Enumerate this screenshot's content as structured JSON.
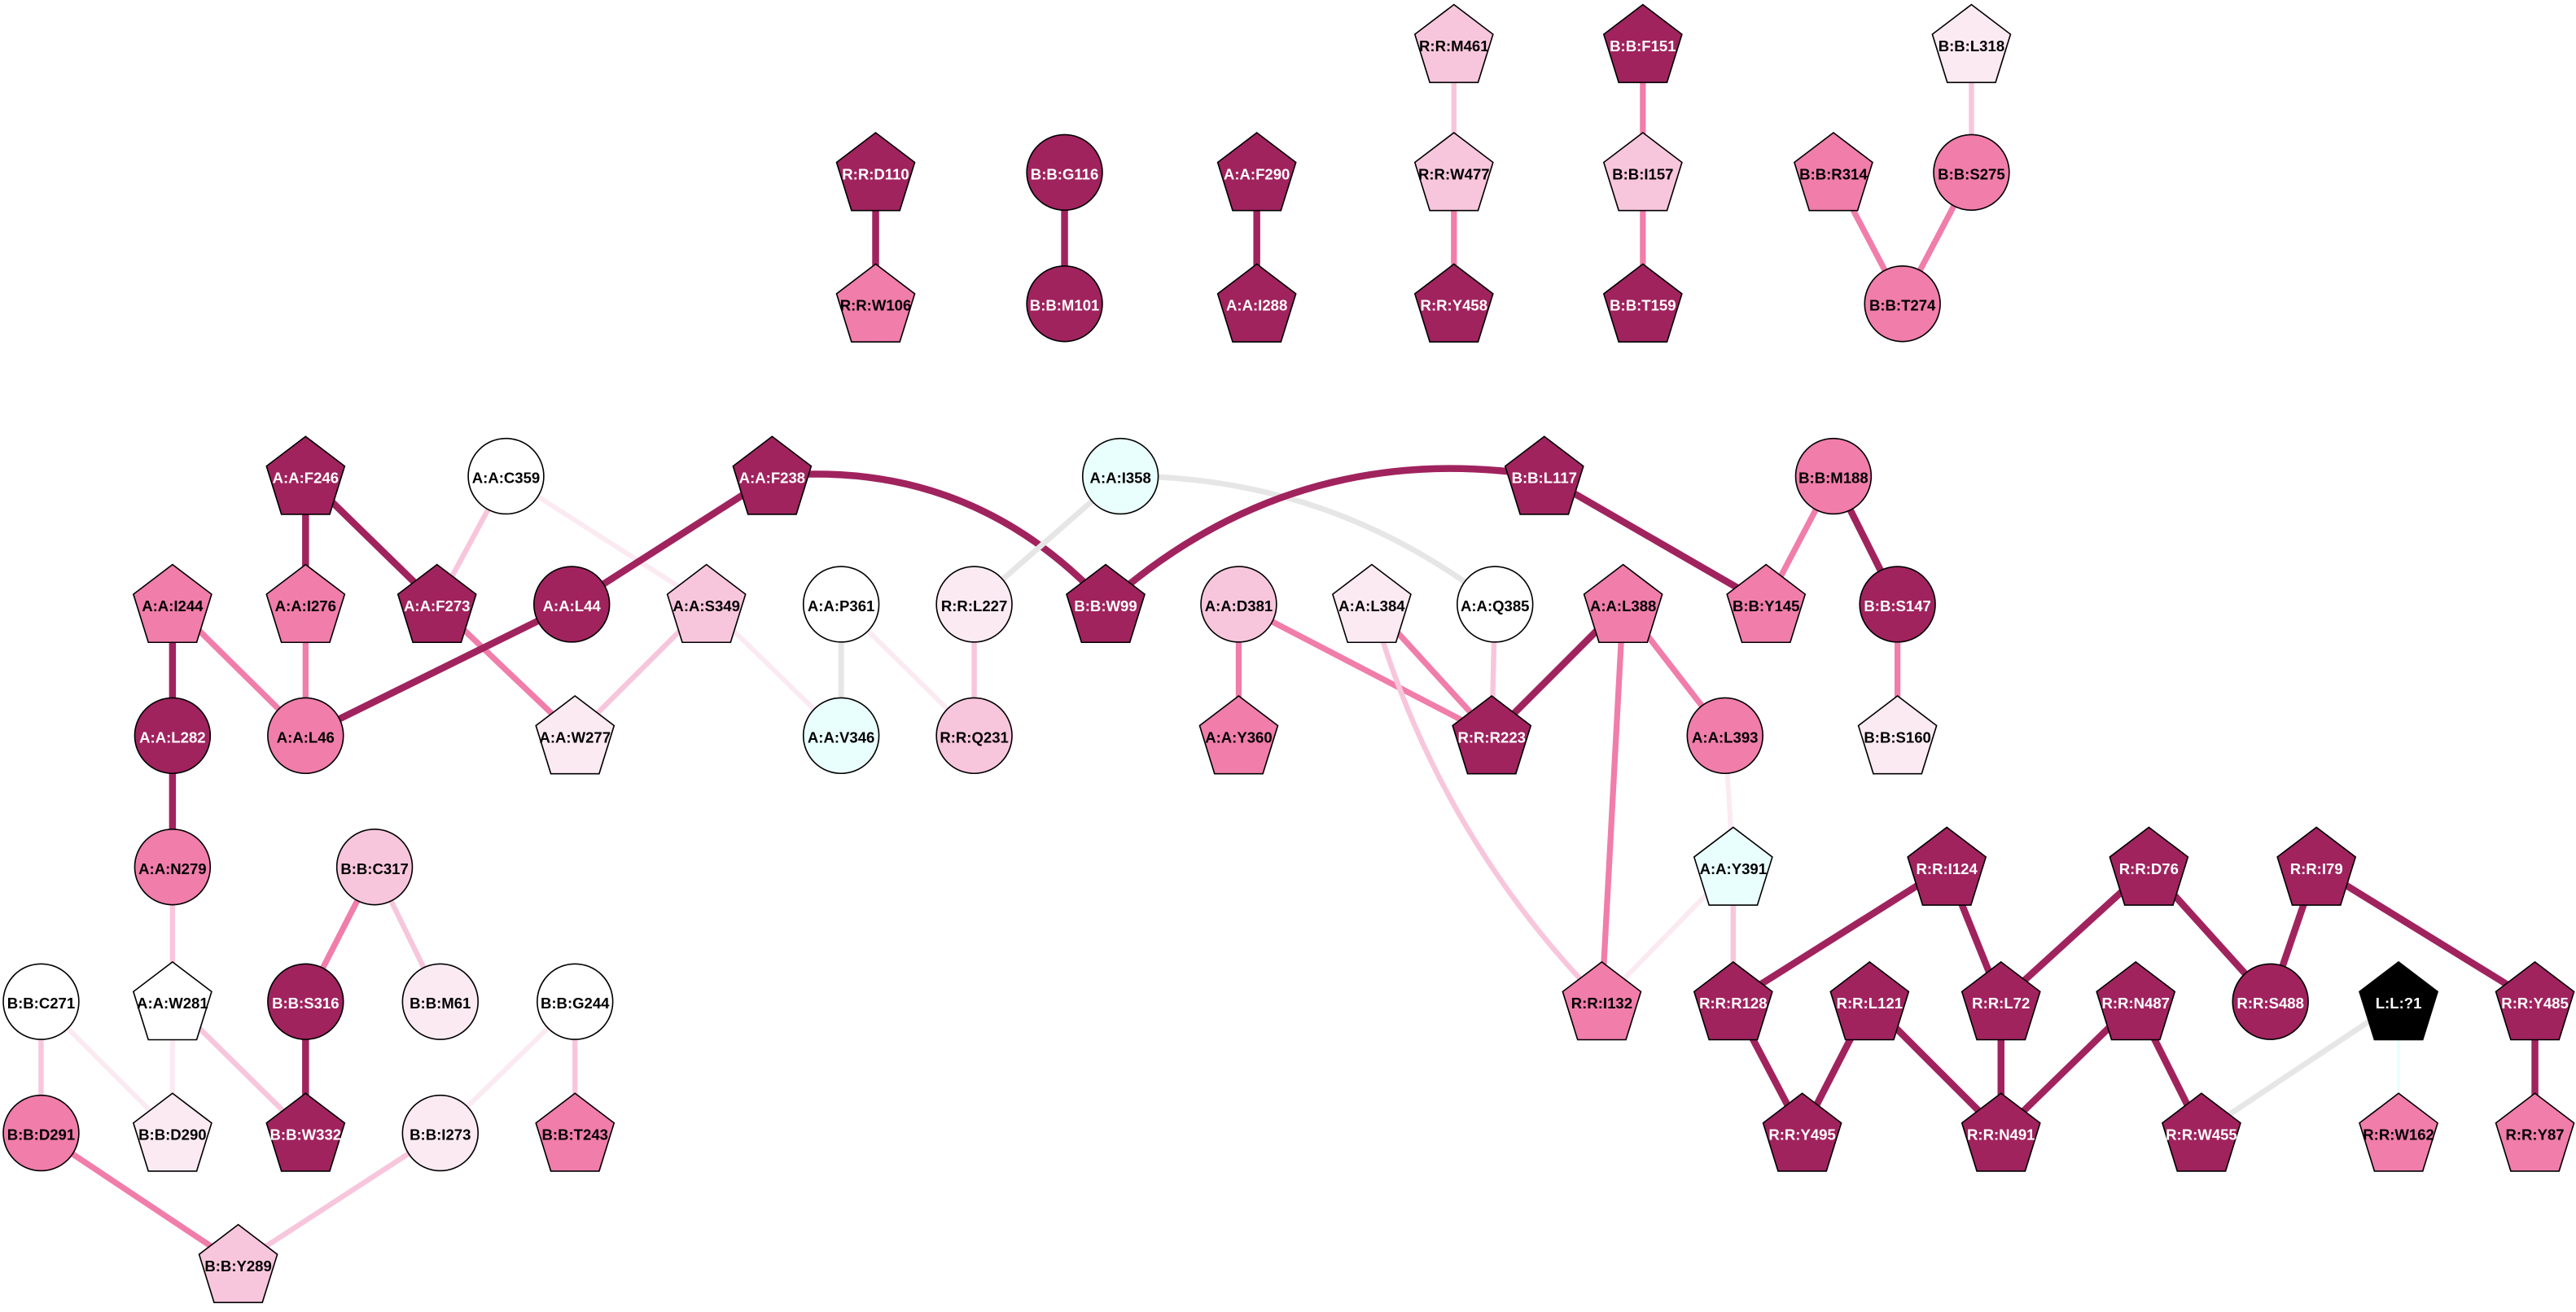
{
  "palette": {
    "dark": "#A0235E",
    "mid": "#F07DAA",
    "light": "#F8C6DC",
    "vlight": "#FBEAF2",
    "white": "#FFFFFF",
    "cyan": "#E9FFFD",
    "black": "#000000",
    "grey": "#E6E6E6"
  },
  "nodes": [
    {
      "id": "R:R:M461",
      "shape": "pentagon",
      "tone": "light"
    },
    {
      "id": "B:B:F151",
      "shape": "pentagon",
      "tone": "dark"
    },
    {
      "id": "B:B:L318",
      "shape": "pentagon",
      "tone": "vlight"
    },
    {
      "id": "R:R:D110",
      "shape": "pentagon",
      "tone": "dark"
    },
    {
      "id": "B:B:G116",
      "shape": "circle",
      "tone": "dark"
    },
    {
      "id": "A:A:F290",
      "shape": "pentagon",
      "tone": "dark"
    },
    {
      "id": "R:R:W477",
      "shape": "pentagon",
      "tone": "light"
    },
    {
      "id": "B:B:I157",
      "shape": "pentagon",
      "tone": "light"
    },
    {
      "id": "B:B:R314",
      "shape": "pentagon",
      "tone": "mid"
    },
    {
      "id": "B:B:S275",
      "shape": "circle",
      "tone": "mid"
    },
    {
      "id": "R:R:W106",
      "shape": "pentagon",
      "tone": "mid"
    },
    {
      "id": "B:B:M101",
      "shape": "circle",
      "tone": "dark"
    },
    {
      "id": "A:A:I288",
      "shape": "pentagon",
      "tone": "dark"
    },
    {
      "id": "R:R:Y458",
      "shape": "pentagon",
      "tone": "dark"
    },
    {
      "id": "B:B:T159",
      "shape": "pentagon",
      "tone": "dark"
    },
    {
      "id": "B:B:T274",
      "shape": "circle",
      "tone": "mid"
    },
    {
      "id": "A:A:F246",
      "shape": "pentagon",
      "tone": "dark"
    },
    {
      "id": "A:A:C359",
      "shape": "circle",
      "tone": "white"
    },
    {
      "id": "A:A:F238",
      "shape": "pentagon",
      "tone": "dark"
    },
    {
      "id": "A:A:I358",
      "shape": "circle",
      "tone": "cyan"
    },
    {
      "id": "B:B:L117",
      "shape": "pentagon",
      "tone": "dark"
    },
    {
      "id": "B:B:M188",
      "shape": "circle",
      "tone": "mid"
    },
    {
      "id": "A:A:I244",
      "shape": "pentagon",
      "tone": "mid"
    },
    {
      "id": "A:A:I276",
      "shape": "pentagon",
      "tone": "mid"
    },
    {
      "id": "A:A:F273",
      "shape": "pentagon",
      "tone": "dark"
    },
    {
      "id": "A:A:L44",
      "shape": "circle",
      "tone": "dark"
    },
    {
      "id": "A:A:S349",
      "shape": "pentagon",
      "tone": "light"
    },
    {
      "id": "A:A:P361",
      "shape": "circle",
      "tone": "white"
    },
    {
      "id": "R:R:L227",
      "shape": "circle",
      "tone": "vlight"
    },
    {
      "id": "B:B:W99",
      "shape": "pentagon",
      "tone": "dark"
    },
    {
      "id": "A:A:D381",
      "shape": "circle",
      "tone": "light"
    },
    {
      "id": "A:A:L384",
      "shape": "pentagon",
      "tone": "vlight"
    },
    {
      "id": "A:A:Q385",
      "shape": "circle",
      "tone": "white"
    },
    {
      "id": "A:A:L388",
      "shape": "pentagon",
      "tone": "mid"
    },
    {
      "id": "B:B:Y145",
      "shape": "pentagon",
      "tone": "mid"
    },
    {
      "id": "B:B:S147",
      "shape": "circle",
      "tone": "dark"
    },
    {
      "id": "A:A:L282",
      "shape": "circle",
      "tone": "dark"
    },
    {
      "id": "A:A:L46",
      "shape": "circle",
      "tone": "mid"
    },
    {
      "id": "A:A:W277",
      "shape": "pentagon",
      "tone": "vlight"
    },
    {
      "id": "A:A:V346",
      "shape": "circle",
      "tone": "cyan"
    },
    {
      "id": "R:R:Q231",
      "shape": "circle",
      "tone": "light"
    },
    {
      "id": "A:A:Y360",
      "shape": "pentagon",
      "tone": "mid"
    },
    {
      "id": "R:R:R223",
      "shape": "pentagon",
      "tone": "dark"
    },
    {
      "id": "A:A:L393",
      "shape": "circle",
      "tone": "mid"
    },
    {
      "id": "B:B:S160",
      "shape": "pentagon",
      "tone": "vlight"
    },
    {
      "id": "A:A:N279",
      "shape": "circle",
      "tone": "mid"
    },
    {
      "id": "B:B:C317",
      "shape": "circle",
      "tone": "light"
    },
    {
      "id": "A:A:Y391",
      "shape": "pentagon",
      "tone": "cyan"
    },
    {
      "id": "R:R:I124",
      "shape": "pentagon",
      "tone": "dark"
    },
    {
      "id": "R:R:D76",
      "shape": "pentagon",
      "tone": "dark"
    },
    {
      "id": "R:R:I79",
      "shape": "pentagon",
      "tone": "dark"
    },
    {
      "id": "B:B:C271",
      "shape": "circle",
      "tone": "white"
    },
    {
      "id": "A:A:W281",
      "shape": "pentagon",
      "tone": "white"
    },
    {
      "id": "B:B:S316",
      "shape": "circle",
      "tone": "dark"
    },
    {
      "id": "B:B:M61",
      "shape": "circle",
      "tone": "vlight"
    },
    {
      "id": "B:B:G244",
      "shape": "circle",
      "tone": "white"
    },
    {
      "id": "R:R:I132",
      "shape": "pentagon",
      "tone": "mid"
    },
    {
      "id": "R:R:R128",
      "shape": "pentagon",
      "tone": "dark"
    },
    {
      "id": "R:R:L121",
      "shape": "pentagon",
      "tone": "dark"
    },
    {
      "id": "R:R:L72",
      "shape": "pentagon",
      "tone": "dark"
    },
    {
      "id": "R:R:N487",
      "shape": "pentagon",
      "tone": "dark"
    },
    {
      "id": "R:R:S488",
      "shape": "circle",
      "tone": "dark"
    },
    {
      "id": "L:L:?1",
      "shape": "pentagon",
      "tone": "black"
    },
    {
      "id": "R:R:Y485",
      "shape": "pentagon",
      "tone": "dark"
    },
    {
      "id": "B:B:D291",
      "shape": "circle",
      "tone": "mid"
    },
    {
      "id": "B:B:D290",
      "shape": "pentagon",
      "tone": "vlight"
    },
    {
      "id": "B:B:W332",
      "shape": "pentagon",
      "tone": "dark"
    },
    {
      "id": "B:B:I273",
      "shape": "circle",
      "tone": "vlight"
    },
    {
      "id": "B:B:T243",
      "shape": "pentagon",
      "tone": "mid"
    },
    {
      "id": "R:R:Y495",
      "shape": "pentagon",
      "tone": "dark"
    },
    {
      "id": "R:R:N491",
      "shape": "pentagon",
      "tone": "dark"
    },
    {
      "id": "R:R:W455",
      "shape": "pentagon",
      "tone": "dark"
    },
    {
      "id": "R:R:W162",
      "shape": "pentagon",
      "tone": "mid"
    },
    {
      "id": "R:R:Y87",
      "shape": "pentagon",
      "tone": "mid"
    },
    {
      "id": "B:B:Y289",
      "shape": "pentagon",
      "tone": "light"
    }
  ],
  "edges": [
    {
      "source": "R:R:M461",
      "target": "R:R:W477",
      "tone": "light"
    },
    {
      "source": "B:B:F151",
      "target": "B:B:I157",
      "tone": "mid"
    },
    {
      "source": "B:B:L318",
      "target": "B:B:S275",
      "tone": "light"
    },
    {
      "source": "R:R:D110",
      "target": "R:R:W106",
      "tone": "dark"
    },
    {
      "source": "B:B:G116",
      "target": "B:B:M101",
      "tone": "dark"
    },
    {
      "source": "A:A:F290",
      "target": "A:A:I288",
      "tone": "dark"
    },
    {
      "source": "R:R:W477",
      "target": "R:R:Y458",
      "tone": "mid"
    },
    {
      "source": "B:B:I157",
      "target": "B:B:T159",
      "tone": "mid"
    },
    {
      "source": "B:B:R314",
      "target": "B:B:T274",
      "tone": "mid"
    },
    {
      "source": "B:B:S275",
      "target": "B:B:T274",
      "tone": "mid"
    },
    {
      "source": "A:A:F246",
      "target": "A:A:I276",
      "tone": "dark"
    },
    {
      "source": "A:A:F246",
      "target": "A:A:F273",
      "tone": "dark"
    },
    {
      "source": "A:A:C359",
      "target": "A:A:F273",
      "tone": "light"
    },
    {
      "source": "A:A:C359",
      "target": "A:A:S349",
      "tone": "vlight"
    },
    {
      "source": "A:A:F238",
      "target": "A:A:L44",
      "tone": "dark"
    },
    {
      "source": "A:A:F238",
      "target": "B:B:W99",
      "tone": "dark"
    },
    {
      "source": "A:A:I358",
      "target": "R:R:L227",
      "tone": "grey"
    },
    {
      "source": "A:A:I358",
      "target": "A:A:Q385",
      "tone": "grey"
    },
    {
      "source": "B:B:L117",
      "target": "B:B:W99",
      "tone": "dark"
    },
    {
      "source": "B:B:L117",
      "target": "B:B:Y145",
      "tone": "dark"
    },
    {
      "source": "B:B:M188",
      "target": "B:B:Y145",
      "tone": "mid"
    },
    {
      "source": "B:B:M188",
      "target": "B:B:S147",
      "tone": "dark"
    },
    {
      "source": "A:A:I244",
      "target": "A:A:L282",
      "tone": "dark"
    },
    {
      "source": "A:A:I244",
      "target": "A:A:L46",
      "tone": "mid"
    },
    {
      "source": "A:A:I276",
      "target": "A:A:L46",
      "tone": "mid"
    },
    {
      "source": "A:A:F273",
      "target": "A:A:W277",
      "tone": "mid"
    },
    {
      "source": "A:A:L44",
      "target": "A:A:L46",
      "tone": "dark"
    },
    {
      "source": "A:A:S349",
      "target": "A:A:W277",
      "tone": "light"
    },
    {
      "source": "A:A:S349",
      "target": "A:A:V346",
      "tone": "vlight"
    },
    {
      "source": "A:A:P361",
      "target": "A:A:V346",
      "tone": "grey"
    },
    {
      "source": "A:A:P361",
      "target": "R:R:Q231",
      "tone": "vlight"
    },
    {
      "source": "R:R:L227",
      "target": "R:R:Q231",
      "tone": "light"
    },
    {
      "source": "A:A:D381",
      "target": "A:A:Y360",
      "tone": "mid"
    },
    {
      "source": "A:A:D381",
      "target": "R:R:R223",
      "tone": "mid"
    },
    {
      "source": "A:A:L384",
      "target": "R:R:R223",
      "tone": "mid"
    },
    {
      "source": "A:A:L384",
      "target": "R:R:I132",
      "tone": "light"
    },
    {
      "source": "A:A:Q385",
      "target": "R:R:R223",
      "tone": "light"
    },
    {
      "source": "A:A:L388",
      "target": "R:R:R223",
      "tone": "dark"
    },
    {
      "source": "A:A:L388",
      "target": "A:A:L393",
      "tone": "mid"
    },
    {
      "source": "A:A:L388",
      "target": "R:R:I132",
      "tone": "mid"
    },
    {
      "source": "B:B:S147",
      "target": "B:B:S160",
      "tone": "mid"
    },
    {
      "source": "A:A:L282",
      "target": "A:A:N279",
      "tone": "dark"
    },
    {
      "source": "A:A:L393",
      "target": "A:A:Y391",
      "tone": "vlight"
    },
    {
      "source": "A:A:N279",
      "target": "A:A:W281",
      "tone": "light"
    },
    {
      "source": "B:B:C317",
      "target": "B:B:S316",
      "tone": "mid"
    },
    {
      "source": "B:B:C317",
      "target": "B:B:M61",
      "tone": "light"
    },
    {
      "source": "A:A:Y391",
      "target": "R:R:R128",
      "tone": "light"
    },
    {
      "source": "A:A:Y391",
      "target": "R:R:I132",
      "tone": "vlight"
    },
    {
      "source": "R:R:I124",
      "target": "R:R:R128",
      "tone": "dark"
    },
    {
      "source": "R:R:I124",
      "target": "R:R:L72",
      "tone": "dark"
    },
    {
      "source": "R:R:D76",
      "target": "R:R:L72",
      "tone": "dark"
    },
    {
      "source": "R:R:D76",
      "target": "R:R:S488",
      "tone": "dark"
    },
    {
      "source": "R:R:I79",
      "target": "R:R:S488",
      "tone": "dark"
    },
    {
      "source": "R:R:I79",
      "target": "R:R:Y485",
      "tone": "dark"
    },
    {
      "source": "B:B:C271",
      "target": "B:B:D291",
      "tone": "light"
    },
    {
      "source": "B:B:C271",
      "target": "B:B:D290",
      "tone": "vlight"
    },
    {
      "source": "A:A:W281",
      "target": "B:B:D290",
      "tone": "vlight"
    },
    {
      "source": "A:A:W281",
      "target": "B:B:W332",
      "tone": "light"
    },
    {
      "source": "B:B:S316",
      "target": "B:B:W332",
      "tone": "dark"
    },
    {
      "source": "B:B:G244",
      "target": "B:B:I273",
      "tone": "vlight"
    },
    {
      "source": "B:B:G244",
      "target": "B:B:T243",
      "tone": "light"
    },
    {
      "source": "R:R:R128",
      "target": "R:R:Y495",
      "tone": "dark"
    },
    {
      "source": "R:R:L121",
      "target": "R:R:Y495",
      "tone": "dark"
    },
    {
      "source": "R:R:L121",
      "target": "R:R:N491",
      "tone": "dark"
    },
    {
      "source": "R:R:L72",
      "target": "R:R:N491",
      "tone": "dark"
    },
    {
      "source": "R:R:N487",
      "target": "R:R:N491",
      "tone": "dark"
    },
    {
      "source": "R:R:N487",
      "target": "R:R:W455",
      "tone": "dark"
    },
    {
      "source": "L:L:?1",
      "target": "R:R:W455",
      "tone": "grey"
    },
    {
      "source": "L:L:?1",
      "target": "R:R:W162",
      "tone": "cyan"
    },
    {
      "source": "R:R:Y485",
      "target": "R:R:Y87",
      "tone": "dark"
    },
    {
      "source": "B:B:D291",
      "target": "B:B:Y289",
      "tone": "mid"
    },
    {
      "source": "B:B:I273",
      "target": "B:B:Y289",
      "tone": "light"
    }
  ]
}
